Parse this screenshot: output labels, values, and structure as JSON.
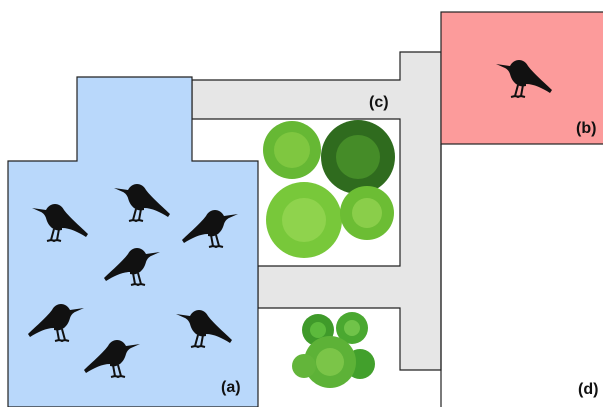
{
  "colors": {
    "region_a_fill": "#b9d8fb",
    "region_b_fill": "#fc9b9b",
    "corridor_fill": "#e6e6e6",
    "outline": "#222222",
    "bird": "#111111",
    "shrub_light": "#6cbd34",
    "shrub_dark": "#2f6b1e"
  },
  "labels": {
    "a": "(a)",
    "b": "(b)",
    "c": "(c)",
    "d": "(d)"
  },
  "regions": {
    "a": {
      "bird_count": 7,
      "icon": "crow-silhouette"
    },
    "b": {
      "bird_count": 1,
      "icon": "crow-silhouette"
    },
    "c": {
      "shrub_count": 4,
      "icon": "shrub-top-view"
    },
    "d": {
      "shrub_count": 5,
      "icon": "shrub-top-view"
    }
  }
}
